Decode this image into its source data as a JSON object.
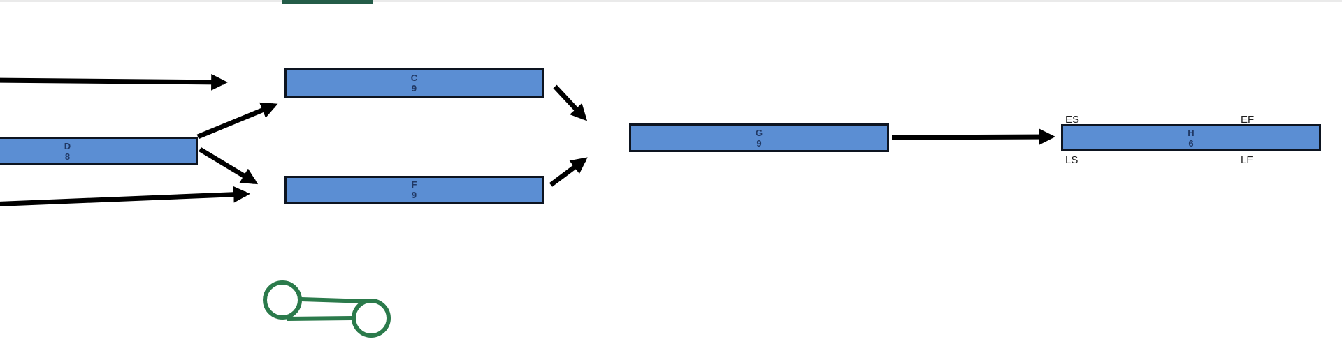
{
  "diagram": {
    "type": "activity-network",
    "nodes": {
      "D": {
        "label": "D",
        "duration": "8"
      },
      "C": {
        "label": "C",
        "duration": "9"
      },
      "F": {
        "label": "F",
        "duration": "9"
      },
      "G": {
        "label": "G",
        "duration": "9"
      },
      "H": {
        "label": "H",
        "duration": "6"
      }
    },
    "connections": [
      {
        "from": "offscreen-left",
        "to": "C"
      },
      {
        "from": "D",
        "to": "C"
      },
      {
        "from": "D",
        "to": "F"
      },
      {
        "from": "offscreen-left",
        "to": "F"
      },
      {
        "from": "C",
        "to": "G"
      },
      {
        "from": "F",
        "to": "G"
      },
      {
        "from": "G",
        "to": "H"
      }
    ],
    "h_annotations": {
      "early_start": "ES",
      "early_finish": "EF",
      "late_start": "LS",
      "late_finish": "LF"
    }
  },
  "icons": {
    "bottom_left": "linked-circles-icon"
  },
  "colors": {
    "node_fill": "#5b8ed3",
    "node_border": "#0d1420",
    "node_text": "#203864",
    "arrow": "#000000",
    "icon_green": "#2b7a4b",
    "top_bar_green": "#245c48"
  }
}
